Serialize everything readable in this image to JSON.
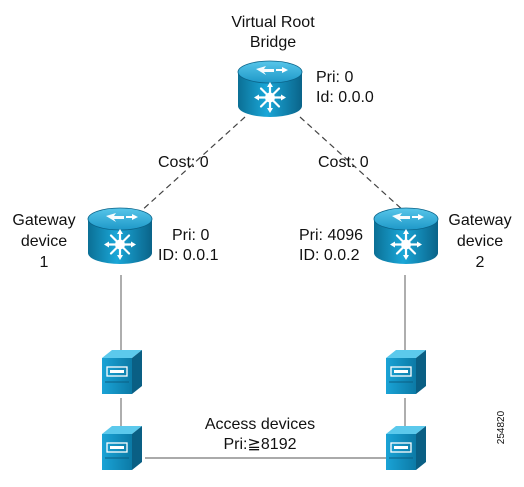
{
  "root": {
    "title_line1": "Virtual Root",
    "title_line2": "Bridge",
    "pri": "Pri: 0",
    "id": "Id: 0.0.0"
  },
  "links": {
    "left_cost": "Cost: 0",
    "right_cost": "Cost: 0"
  },
  "gateway1": {
    "name_line1": "Gateway",
    "name_line2": "device",
    "name_line3": "1",
    "pri": "Pri: 0",
    "id": "ID: 0.0.1"
  },
  "gateway2": {
    "name_line1": "Gateway",
    "name_line2": "device",
    "name_line3": "2",
    "pri": "Pri: 4096",
    "id": "ID: 0.0.2"
  },
  "access": {
    "label_line1": "Access devices",
    "label_line2": "Pri:≧8192"
  },
  "figure_number": "254820",
  "colors": {
    "device_blue": "#00a0d6",
    "device_dark": "#0a6f94",
    "line": "#444444"
  }
}
